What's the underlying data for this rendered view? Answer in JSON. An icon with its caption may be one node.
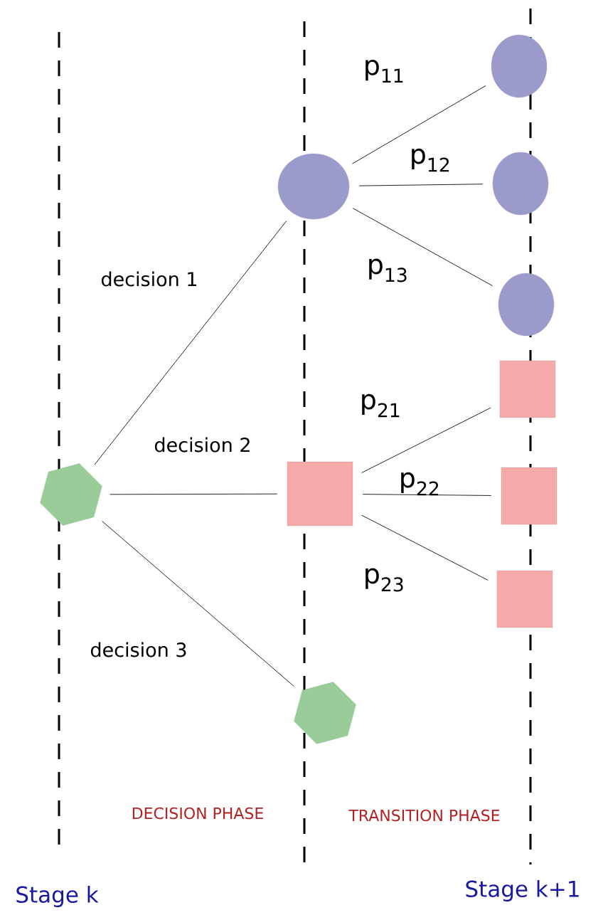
{
  "diagram": {
    "nodes": [
      {
        "text": [],
        "shape": "hexagon"
      },
      {
        "text": [],
        "shape": "circle"
      },
      {
        "text": [],
        "shape": "box"
      },
      {
        "text": [],
        "shape": "hexagon"
      },
      {
        "text": [],
        "shape": "circle"
      },
      {
        "text": [],
        "shape": "circle"
      },
      {
        "text": [],
        "shape": "circle"
      },
      {
        "text": [],
        "shape": "box"
      },
      {
        "text": [],
        "shape": "box"
      },
      {
        "text": [],
        "shape": "box"
      }
    ],
    "edges": [
      {
        "from": 0,
        "to": 1,
        "arrow": "none",
        "label": "decision 1"
      },
      {
        "from": 0,
        "to": 2,
        "arrow": "none",
        "label": "decision 2"
      },
      {
        "from": 0,
        "to": 3,
        "arrow": "none",
        "label": "decision 3"
      },
      {
        "from": 1,
        "to": 4,
        "arrow": "none",
        "label": "p$_{11}$"
      },
      {
        "from": 1,
        "to": 5,
        "arrow": "none",
        "label": "p$_{12}$"
      },
      {
        "from": 1,
        "to": 6,
        "arrow": "none",
        "label": "p$_{13}$"
      },
      {
        "from": 2,
        "to": 7,
        "arrow": "none",
        "label": "p$_{21}$"
      },
      {
        "from": 2,
        "to": 8,
        "arrow": "none",
        "label": "p$_{22}$"
      },
      {
        "from": 2,
        "to": 9,
        "arrow": "none",
        "label": "p$_{23}$"
      }
    ],
    "labels": [
      "DECISION PHASE",
      "TRANSITION PHASE",
      "Stage k",
      "Stage k+1"
    ]
  }
}
